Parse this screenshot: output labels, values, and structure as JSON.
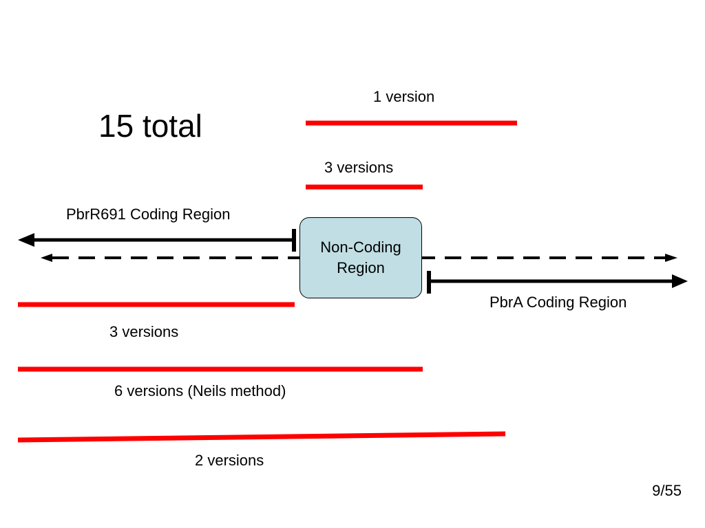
{
  "slide": {
    "title": "15 total",
    "page_number": "9/55"
  },
  "labels": {
    "top_bar": "1 version",
    "second_bar": "3 versions",
    "pbrr691": "PbrR691 Coding Region",
    "pbra": "PbrA Coding Region",
    "left_bar": "3 versions",
    "long_bar": "6 versions (Neils method)",
    "bottom_bar": "2 versions"
  },
  "non_coding_box": {
    "label": "Non-Coding\nRegion",
    "fill": "#c0dee3"
  },
  "colors": {
    "version_bar": "#ff0000",
    "arrow": "#000000"
  }
}
